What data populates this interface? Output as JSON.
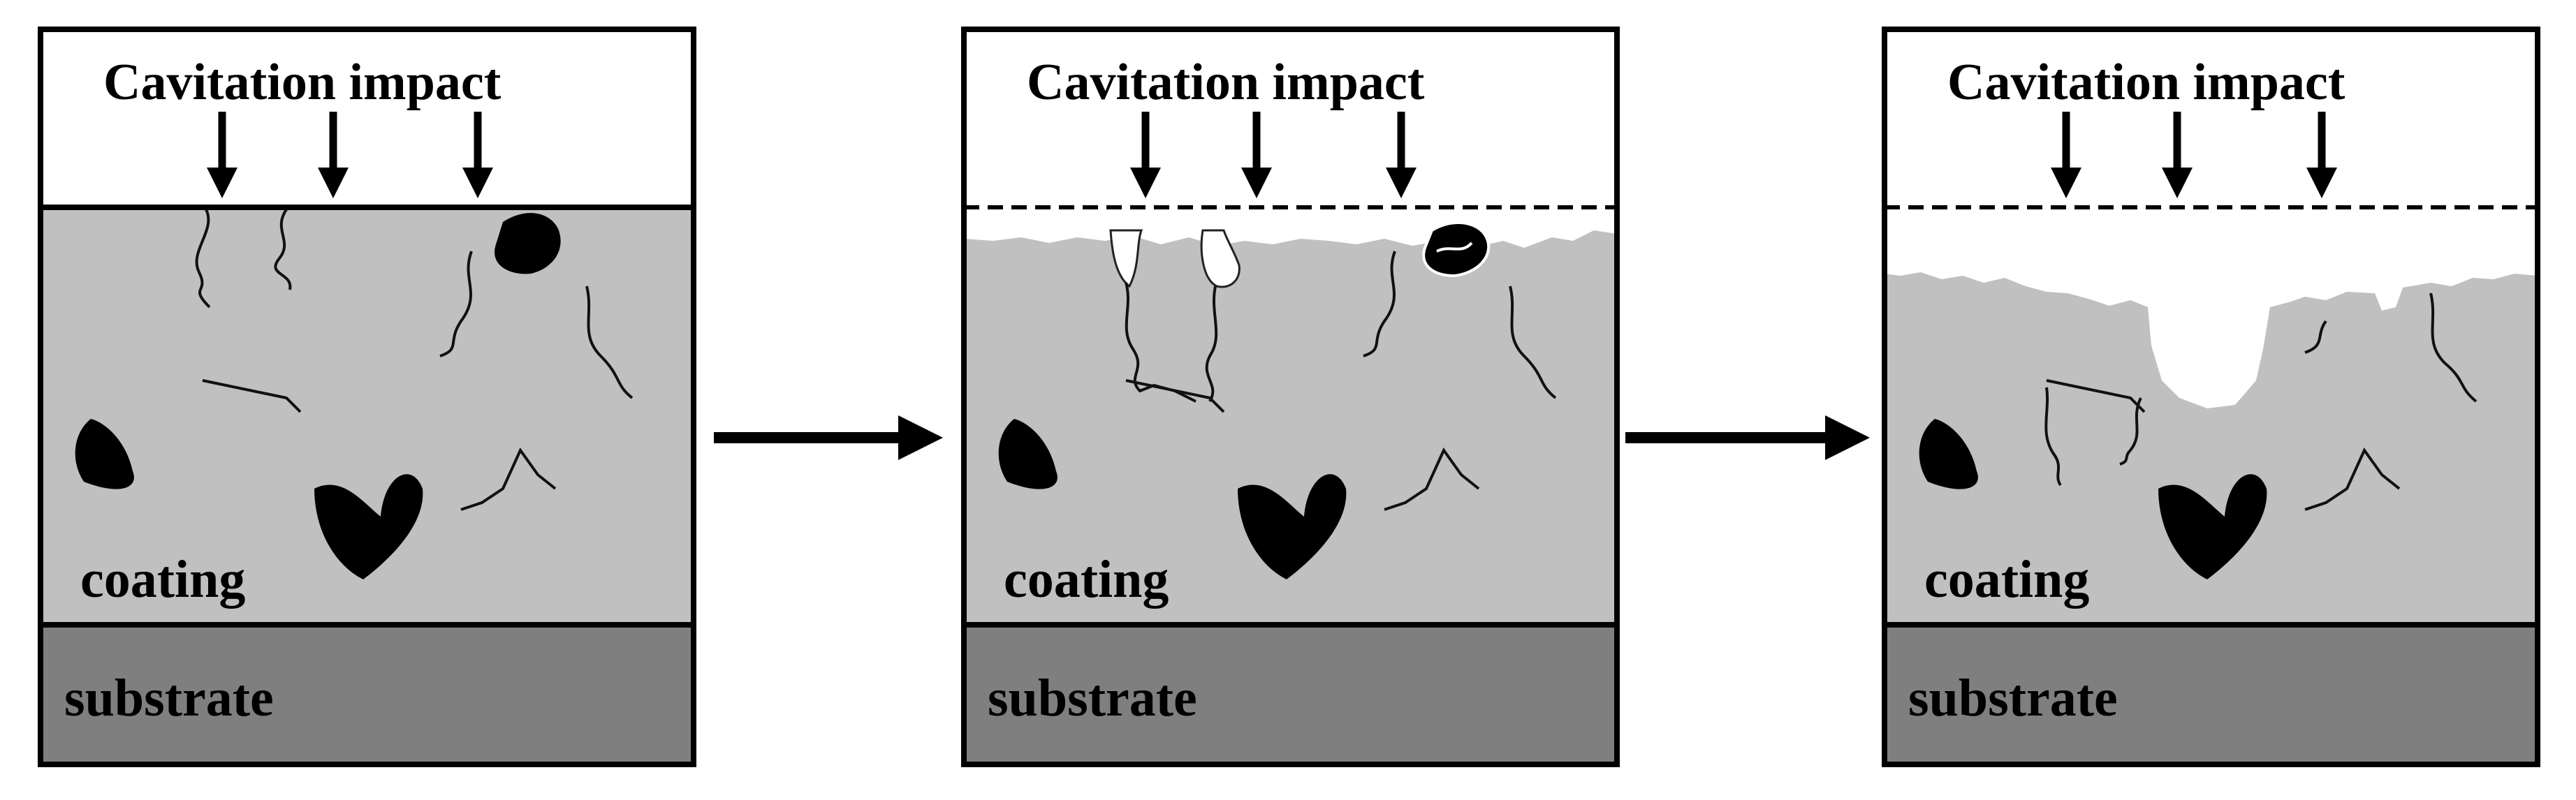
{
  "panels": [
    {
      "impact_label": "Cavitation impact",
      "coating_label": "coating",
      "substrate_label": "substrate"
    },
    {
      "impact_label": "Cavitation impact",
      "coating_label": "coating",
      "substrate_label": "substrate"
    },
    {
      "impact_label": "Cavitation impact",
      "coating_label": "coating",
      "substrate_label": "substrate"
    }
  ],
  "colors": {
    "coating": "#c0c0c0",
    "substrate": "#7f7f7f",
    "pore": "#000000",
    "eroded": "#ffffff",
    "outline": "#000000"
  }
}
